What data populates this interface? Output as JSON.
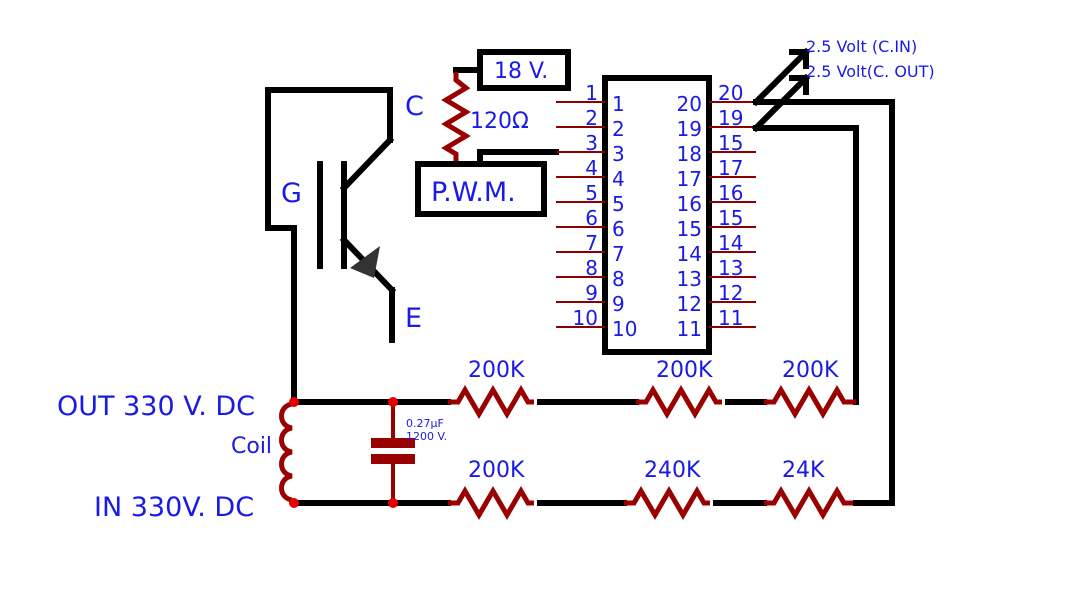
{
  "labels": {
    "supply": "18 V.",
    "pwm": "P.W.M.",
    "gate_res": "120Ω",
    "collector": "C",
    "gate": "G",
    "emitter": "E",
    "out": "OUT 330 V. DC",
    "in": "IN 330V. DC",
    "coil": "Coil",
    "cap_value": "0.27μF",
    "cap_voltage": "1200 V.",
    "c_in": "2.5 Volt (C.IN)",
    "c_out": "2.5 Volt(C. OUT)"
  },
  "resistors": {
    "top": [
      "200K",
      "200K",
      "200K"
    ],
    "bottom": [
      "200K",
      "240K",
      "24K"
    ]
  },
  "ic": {
    "left_outer": [
      "1",
      "2",
      "3",
      "4",
      "5",
      "6",
      "7",
      "8",
      "9",
      "10"
    ],
    "left_inner": [
      "1",
      "2",
      "3",
      "4",
      "5",
      "6",
      "7",
      "8",
      "9",
      "10"
    ],
    "right_inner": [
      "20",
      "19",
      "18",
      "17",
      "16",
      "15",
      "14",
      "13",
      "12",
      "11"
    ],
    "right_outer": [
      "20",
      "19",
      "15",
      "17",
      "16",
      "15",
      "14",
      "13",
      "12",
      "11"
    ]
  },
  "colors": {
    "label": "#1a1ae6",
    "wire": "#000000",
    "resistor": "#990000",
    "node": "#e60000"
  }
}
